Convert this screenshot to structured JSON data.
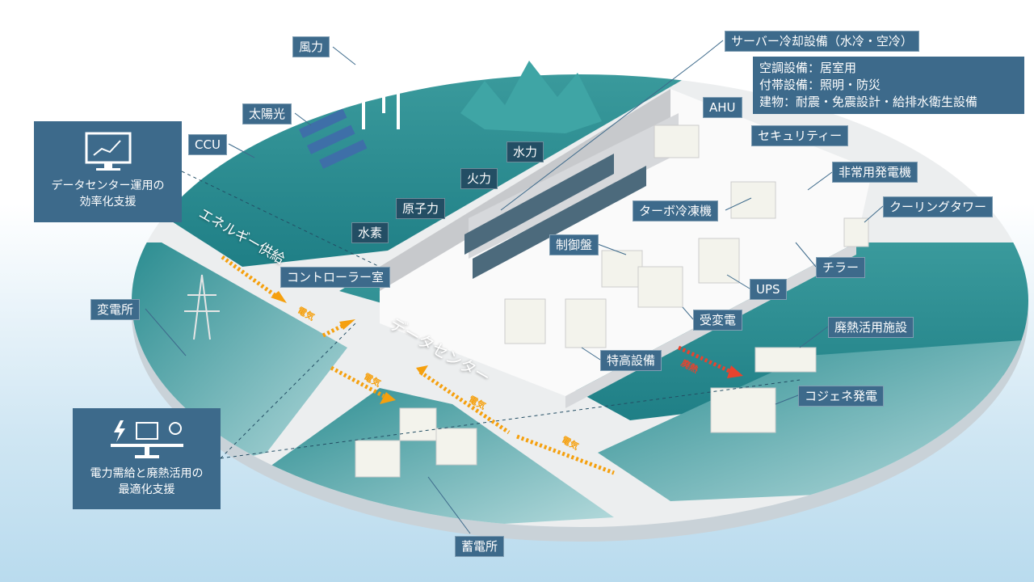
{
  "supply_labels": {
    "wind": "風力",
    "solar": "太陽光",
    "ccu": "CCU",
    "hydro": "水力",
    "thermal": "火力",
    "nuclear": "原子力",
    "hydrogen": "水素",
    "substation": "変電所",
    "storage": "蓄電所"
  },
  "datacenter_labels": {
    "server_cooling": "サーバー冷却設備（水冷・空冷）",
    "info_lines": [
      "空調設備：居室用",
      "付帯設備：照明・防災",
      "建物：耐震・免震設計・給排水衛生設備"
    ],
    "ahu": "AHU",
    "security": "セキュリティー",
    "emergency_generator": "非常用発電機",
    "cooling_tower": "クーリングタワー",
    "turbo_chiller": "ターボ冷凍機",
    "control_panel": "制御盤",
    "chiller": "チラー",
    "ups": "UPS",
    "power_receiving": "受変電",
    "extra_high_voltage": "特高設備",
    "controller_room": "コントローラー室",
    "waste_heat_facility": "廃熱活用施設",
    "cogeneration": "コジェネ発電"
  },
  "panels": {
    "operation": {
      "icon": "monitor-chart-icon",
      "lines": [
        "データセンター運用の",
        "効率化支援"
      ]
    },
    "optimization": {
      "icon": "balance-scale-icon",
      "lines": [
        "電力需給と廃熱活用の",
        "最適化支援"
      ]
    }
  },
  "road_text": {
    "energy_supply": "エネルギー供給",
    "datacenter": "データセンター",
    "electricity": "電気",
    "waste_heat": "廃熱"
  },
  "colors": {
    "label": "#3d6a8b",
    "teal": "#2f8f93",
    "arrow": "#f5a00e",
    "heat_arrow": "#e8432e"
  }
}
